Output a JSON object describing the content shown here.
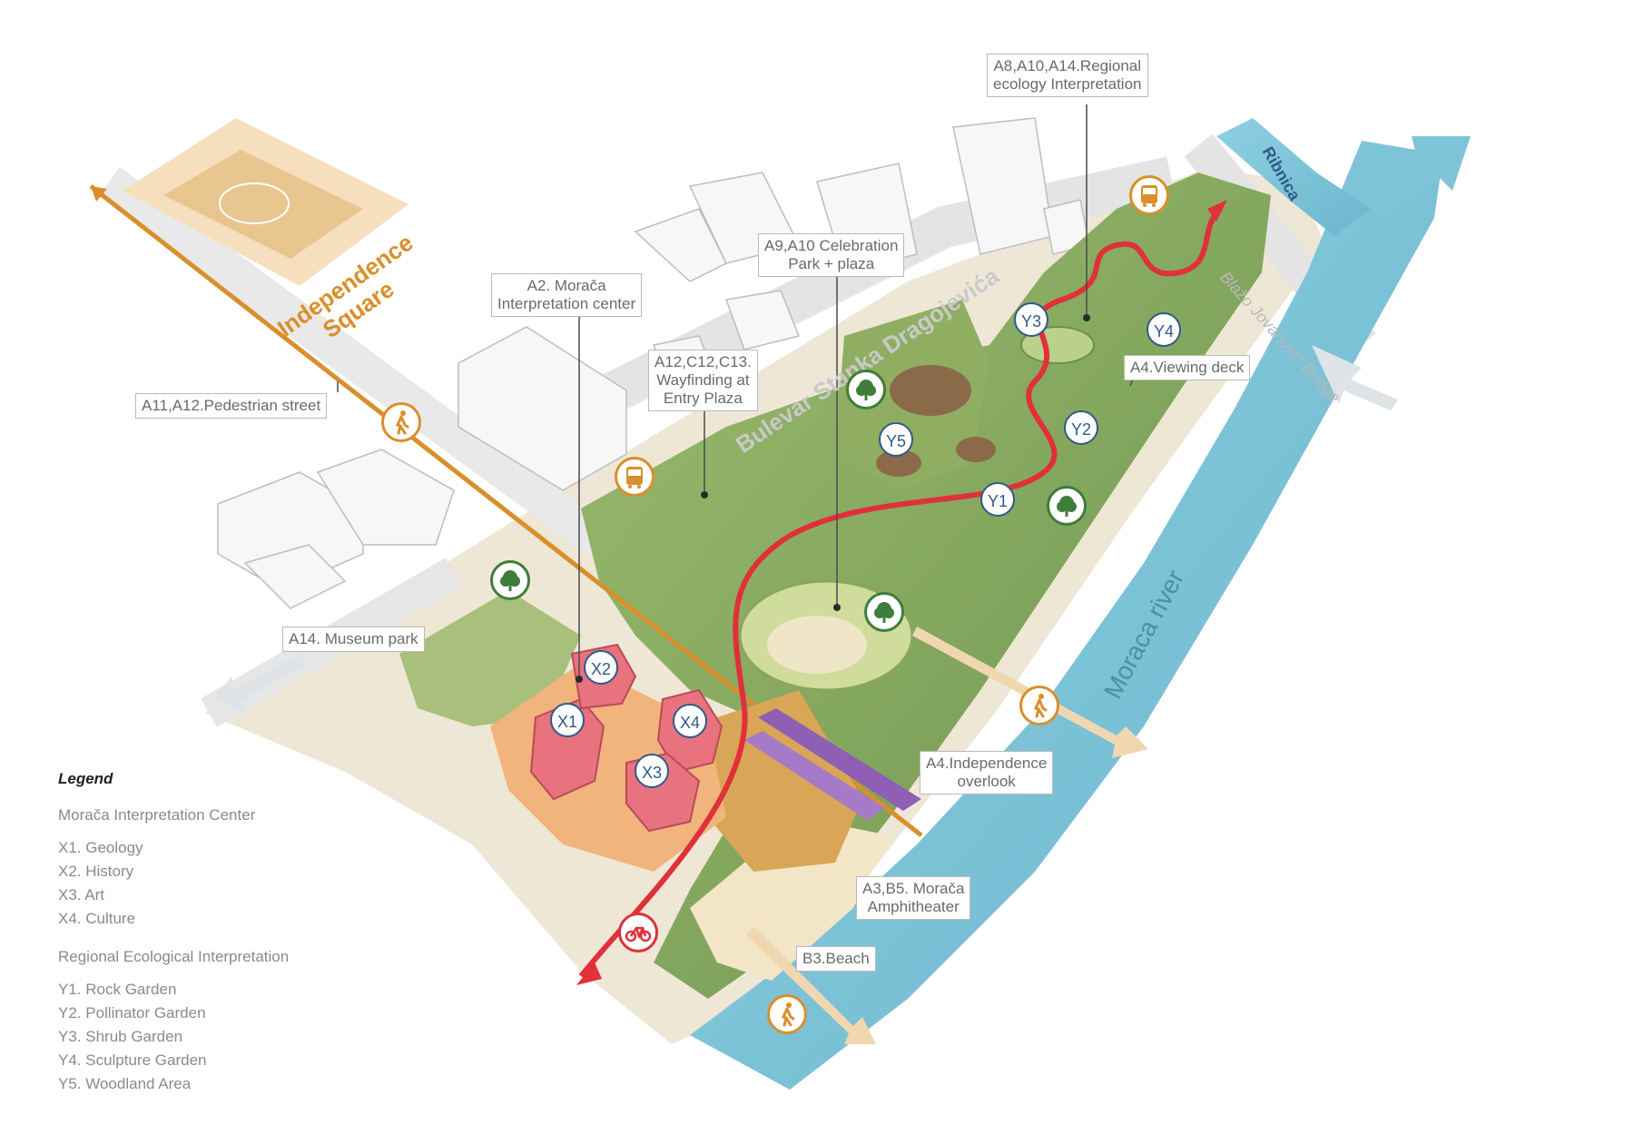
{
  "places": {
    "independence_square": [
      "Independence",
      "Square"
    ],
    "bulevar": "Bulevar Stanka Dragojevića",
    "bridge": "Blažo Jovanović Bridge",
    "ribnica": "Ribnica",
    "river": "Moraca river"
  },
  "callouts": {
    "a8": [
      "A8,A10,A14.Regional",
      "ecology Interpretation"
    ],
    "a9": [
      "A9,A10 Celebration",
      "Park + plaza"
    ],
    "a2": [
      "A2. Morača",
      "Interpretation center"
    ],
    "a12": [
      "A12,C12,C13.",
      "Wayfinding at",
      "Entry Plaza"
    ],
    "a11": "A11,A12.Pedestrian street",
    "a4_deck": "A4.Viewing deck",
    "a14": "A14. Museum park",
    "a4_overlook": [
      "A4.Independence",
      "overlook"
    ],
    "a3": [
      "A3,B5. Morača",
      "Amphitheater"
    ],
    "b3": "B3.Beach"
  },
  "markers": {
    "x1": "X1",
    "x2": "X2",
    "x3": "X3",
    "x4": "X4",
    "y1": "Y1",
    "y2": "Y2",
    "y3": "Y3",
    "y4": "Y4",
    "y5": "Y5"
  },
  "legend": {
    "title": "Legend",
    "groups": [
      {
        "heading": "Morača Interpretation Center",
        "items": [
          "X1. Geology",
          "X2. History",
          "X3. Art",
          "X4. Culture"
        ]
      },
      {
        "heading": "Regional Ecological Interpretation",
        "items": [
          "Y1. Rock Garden",
          "Y2. Pollinator Garden",
          "Y3. Shrub Garden",
          "Y4. Sculpture Garden",
          "Y5. Woodland Area"
        ]
      }
    ]
  },
  "icons": [
    "pedestrian-icon",
    "bus-icon",
    "tree-icon",
    "bicycle-icon"
  ],
  "colors": {
    "river": "#7fc4d8",
    "park_green": "#7fa05a",
    "path_red": "#e0303a",
    "orange": "#d98f2b",
    "purple": "#8e5fb5",
    "building_pink": "#e8727e",
    "marker_blue": "#2e5a8a",
    "icon_green": "#3f7d3a"
  }
}
